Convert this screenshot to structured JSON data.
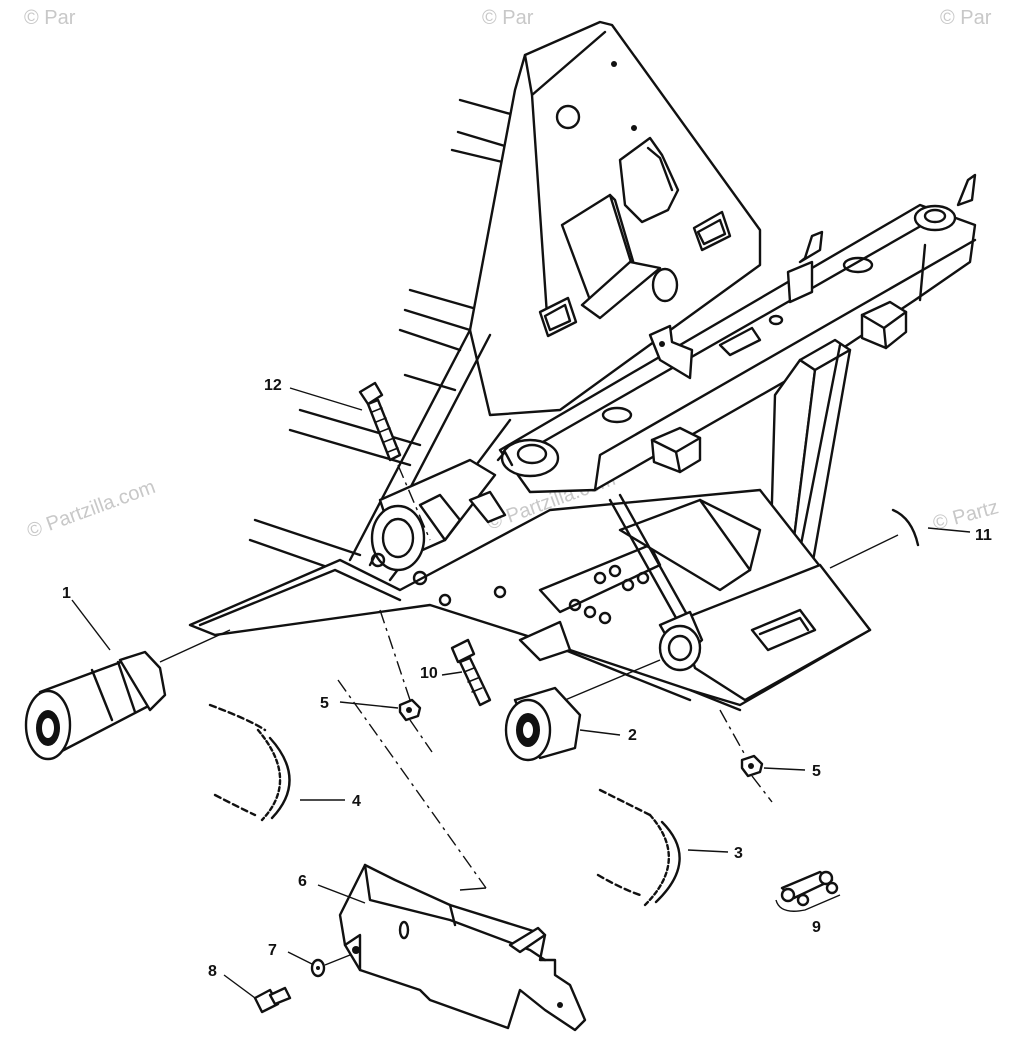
{
  "watermark_text": "© Partzilla.com",
  "watermark_short": "© Partz",
  "watermark_partial": "© Par",
  "callouts": {
    "c1": "1",
    "c2": "2",
    "c3": "3",
    "c4": "4",
    "c5a": "5",
    "c5b": "5",
    "c6": "6",
    "c7": "7",
    "c8": "8",
    "c9": "9",
    "c10": "10",
    "c11": "11",
    "c12": "12"
  }
}
